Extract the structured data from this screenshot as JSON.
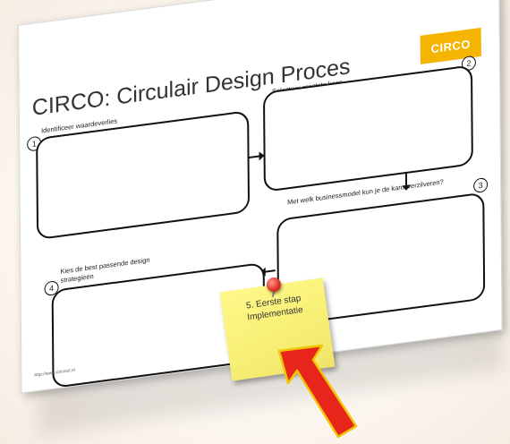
{
  "sheet": {
    "logo": "CIRCO",
    "title": "CIRCO: Circulair Design Proces",
    "url": "http://www.circoict.nl",
    "steps": [
      {
        "number": "1",
        "label": "Identificeer waardeverlies"
      },
      {
        "number": "2",
        "label": "Selecteer grootste kans"
      },
      {
        "number": "3",
        "label": "Met welk businessmodel kun je de kans verzilveren?"
      },
      {
        "number": "4",
        "label": "Kies de best passende design strategieën"
      }
    ]
  },
  "sticky_note": {
    "line1": "5. Eerste stap",
    "line2": "Implementatie"
  },
  "colors": {
    "logo": "#f5b400",
    "sticky": "#fff88a",
    "arrow": "#e8251a",
    "arrow_outline": "#f0c400"
  }
}
